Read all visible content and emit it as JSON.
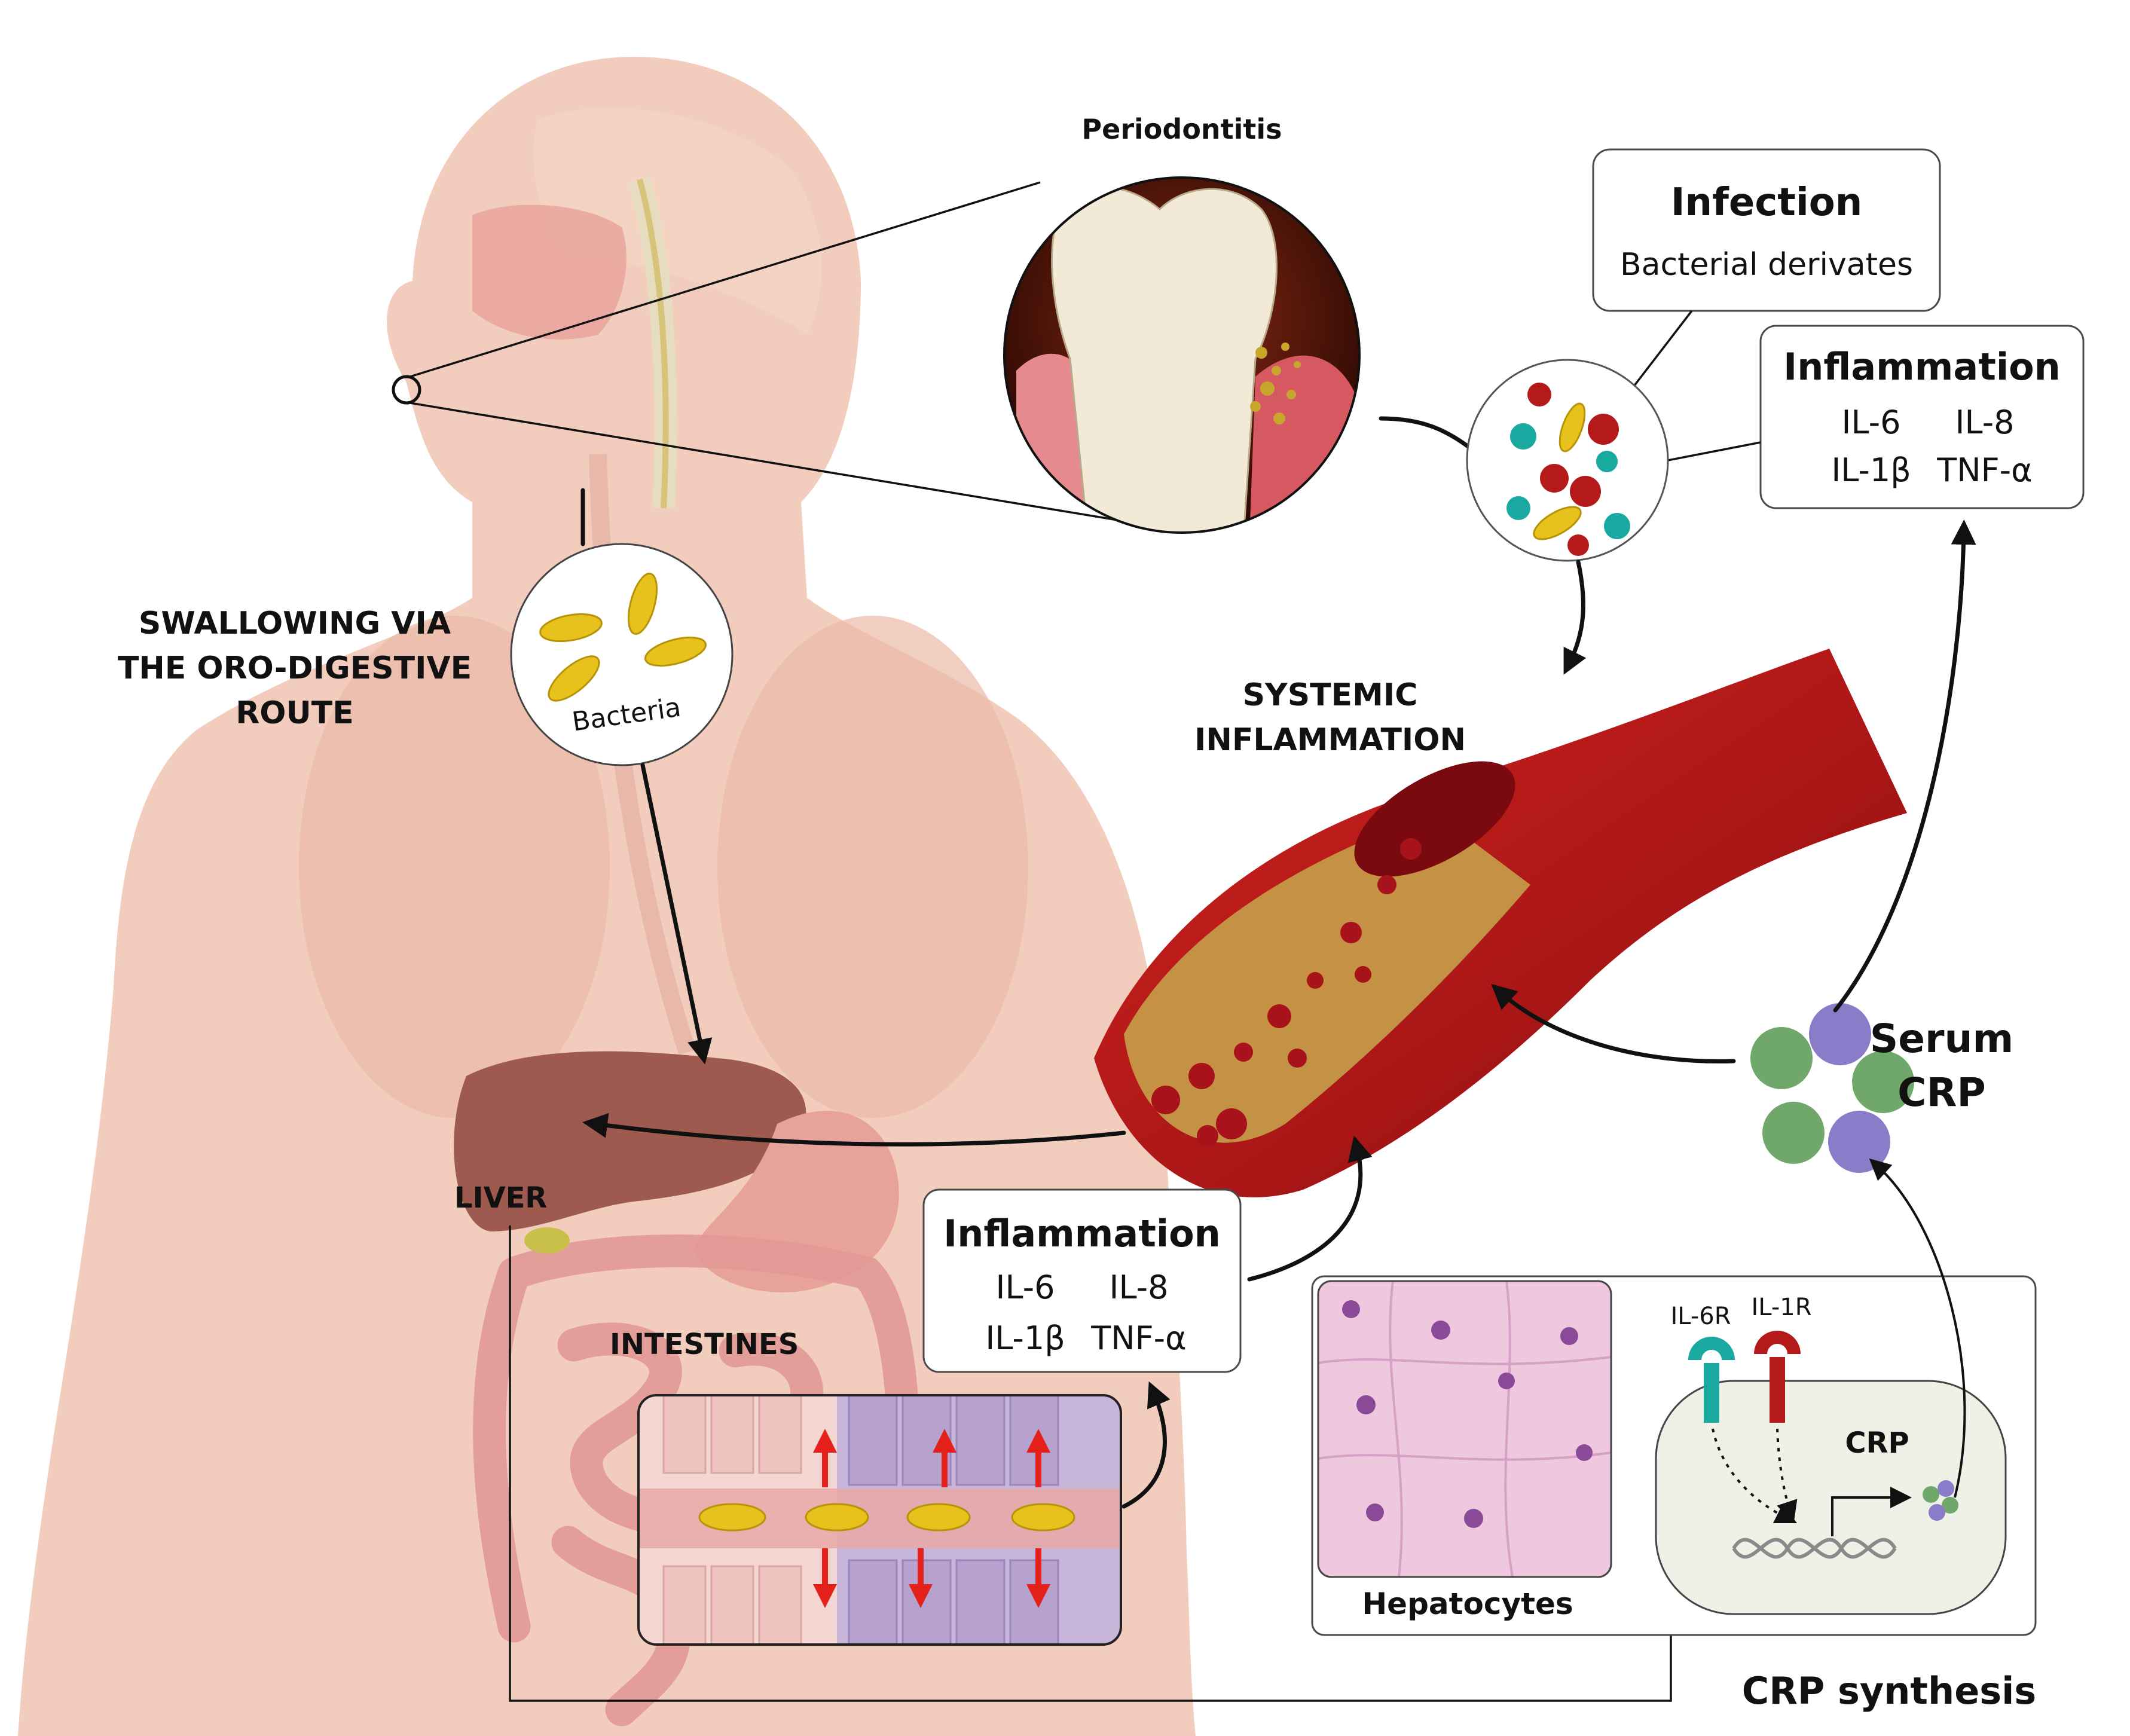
{
  "labels": {
    "periodontitis": "Periodontitis",
    "swallowing": [
      "SWALLOWING VIA",
      "THE ORO-DIGESTIVE",
      "ROUTE"
    ],
    "bacteria": "Bacteria",
    "systemic": [
      "SYSTEMIC",
      "INFLAMMATION"
    ],
    "liver": "LIVER",
    "intestines": "INTESTINES",
    "hepatocytes": "Hepatocytes",
    "crp_synthesis": "CRP synthesis",
    "serum_crp": [
      "Serum",
      "CRP"
    ],
    "il6r": "IL-6R",
    "il1r": "IL-1R",
    "crp_cell": "CRP"
  },
  "infection_box": {
    "title": "Infection",
    "subtitle": "Bacterial derivates"
  },
  "inflammation_top": {
    "title": "Inflammation",
    "cytokines": [
      "IL-6",
      "IL-8",
      "IL-1β",
      "TNF-α"
    ]
  },
  "inflammation_gut": {
    "title": "Inflammation",
    "cytokines": [
      "IL-6",
      "IL-8",
      "IL-1β",
      "TNF-α"
    ]
  },
  "colors": {
    "skin": "#f1c9b8",
    "blood": "#b3121b",
    "bacteria": "#e8c21c",
    "teal": "#1aa9a0",
    "cytokine_red": "#b51a1a",
    "liver": "#9e5a4e",
    "intestine": "#e39a97",
    "gut_arrow": "#e4201b"
  }
}
